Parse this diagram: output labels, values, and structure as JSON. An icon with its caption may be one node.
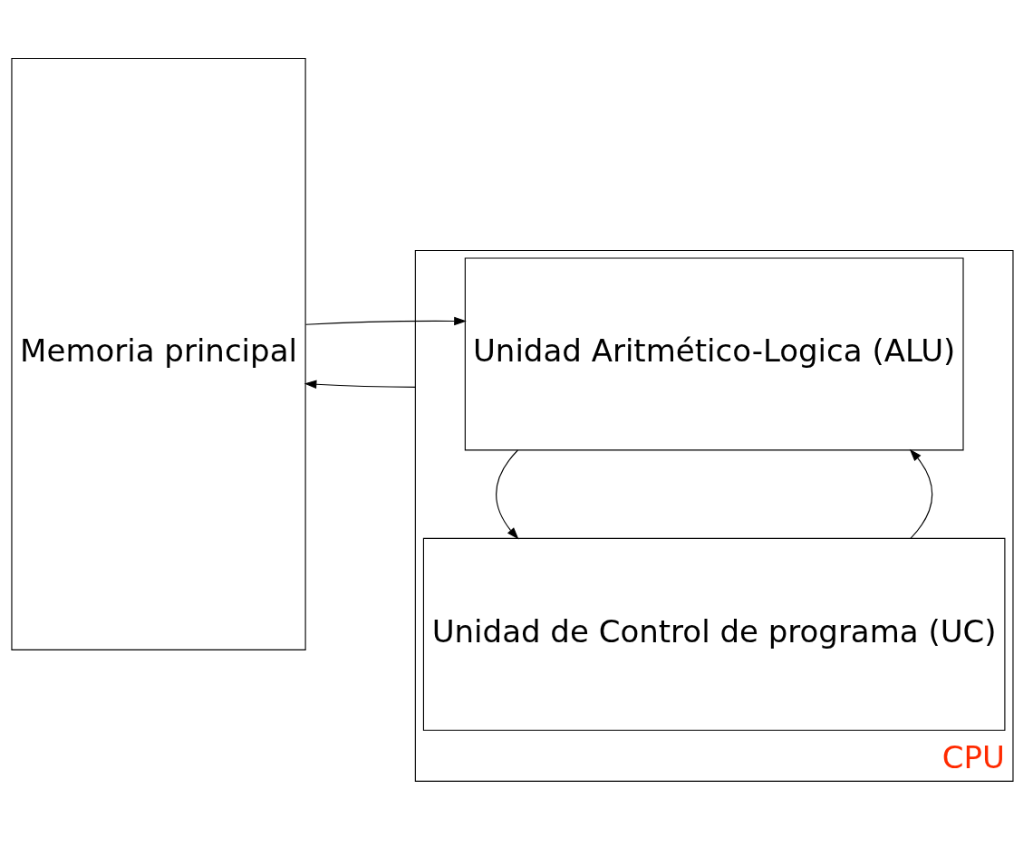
{
  "diagram": {
    "nodes": [
      {
        "text": [
          "Memoria principal"
        ]
      },
      {
        "text": [
          "CPU"
        ]
      },
      {
        "text": [
          "Unidad Aritmético-Logica (ALU)"
        ],
        "in": 1
      },
      {
        "text": [
          "Unidad de Control de programa (UC)"
        ],
        "in": 1
      }
    ],
    "edges": [
      {
        "from": 0,
        "to": 2,
        "arrow": "to"
      },
      {
        "from": 3,
        "to": 2,
        "arrow": "to"
      },
      {
        "from": 2,
        "to": 3,
        "arrow": "to"
      },
      {
        "from": 1,
        "to": 0,
        "arrow": "to"
      }
    ]
  }
}
